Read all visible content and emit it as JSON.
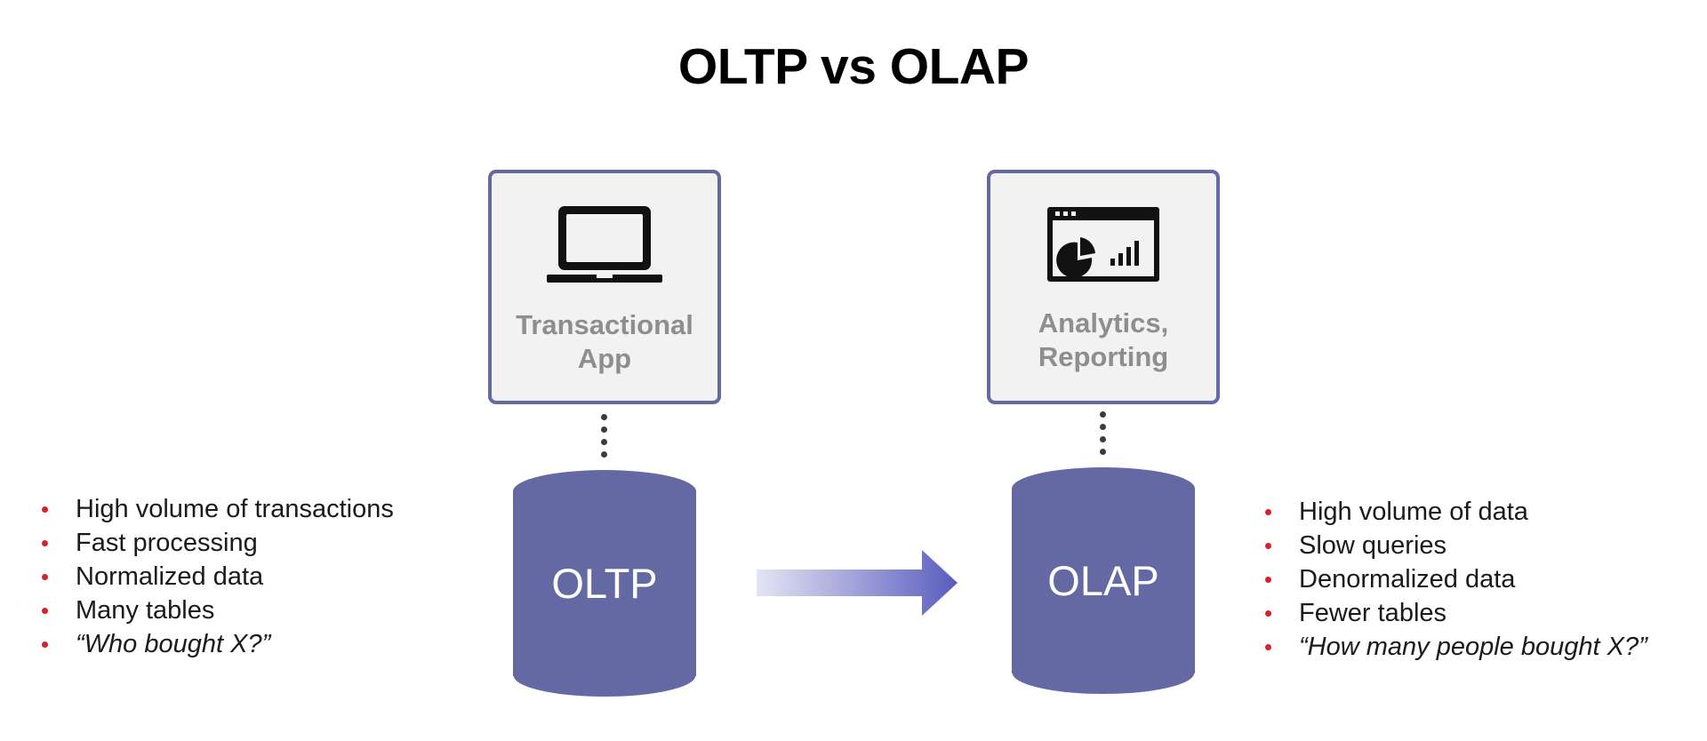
{
  "title": "OLTP vs OLAP",
  "left": {
    "app_label": [
      "Transactional",
      "App"
    ],
    "app_icon": "laptop-icon",
    "db_label": "OLTP",
    "bullets": [
      {
        "text": "High volume of transactions",
        "italic": false
      },
      {
        "text": "Fast processing",
        "italic": false
      },
      {
        "text": "Normalized data",
        "italic": false
      },
      {
        "text": "Many tables",
        "italic": false
      },
      {
        "text": "“Who bought X?”",
        "italic": true
      }
    ]
  },
  "right": {
    "app_label": [
      "Analytics,",
      "Reporting"
    ],
    "app_icon": "analytics-dashboard-icon",
    "db_label": "OLAP",
    "bullets": [
      {
        "text": "High volume of data",
        "italic": false
      },
      {
        "text": "Slow queries",
        "italic": false
      },
      {
        "text": "Denormalized data",
        "italic": false
      },
      {
        "text": "Fewer tables",
        "italic": false
      },
      {
        "text": "“How many people bought X?”",
        "italic": true
      }
    ]
  },
  "colors": {
    "accent": "#6468a3",
    "box_fill": "#f2f2f2",
    "label_gray": "#8e8e8e",
    "bullet": "#d6202f",
    "arrow_start": "#e4e5f3",
    "arrow_end": "#5a5cbf"
  },
  "flow_icon": "right-arrow-icon"
}
